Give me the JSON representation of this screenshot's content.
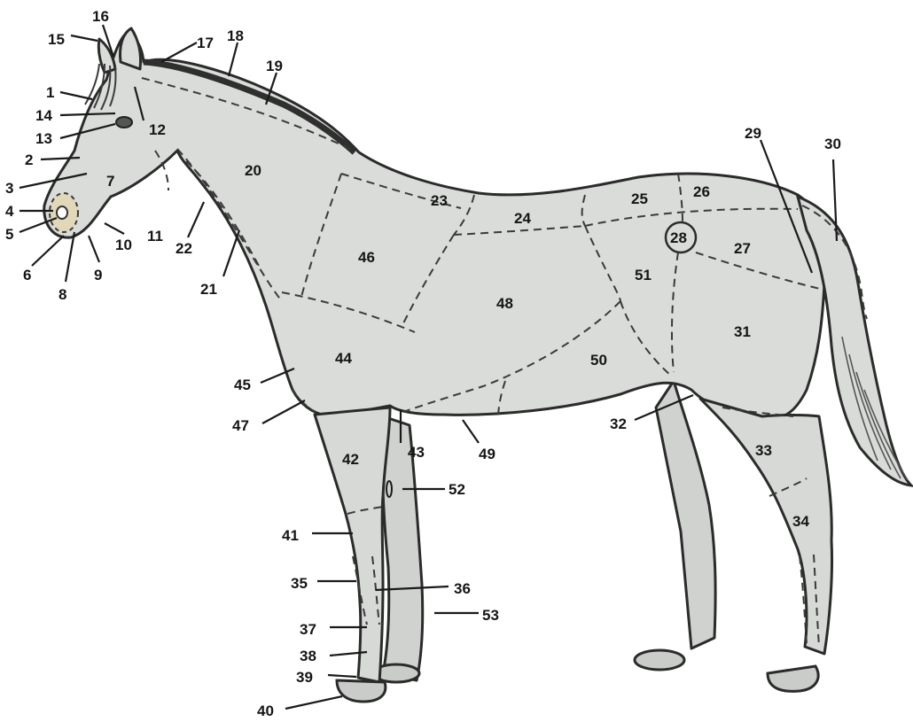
{
  "diagram": {
    "labels": {
      "n1": "1",
      "n2": "2",
      "n3": "3",
      "n4": "4",
      "n5": "5",
      "n6": "6",
      "n7": "7",
      "n8": "8",
      "n9": "9",
      "n10": "10",
      "n11": "11",
      "n12": "12",
      "n13": "13",
      "n14": "14",
      "n15": "15",
      "n16": "16",
      "n17": "17",
      "n18": "18",
      "n19": "19",
      "n20": "20",
      "n21": "21",
      "n22": "22",
      "n23": "23",
      "n24": "24",
      "n25": "25",
      "n26": "26",
      "n27": "27",
      "n28": "28",
      "n29": "29",
      "n30": "30",
      "n31": "31",
      "n32": "32",
      "n33": "33",
      "n34": "34",
      "n35": "35",
      "n36": "36",
      "n37": "37",
      "n38": "38",
      "n39": "39",
      "n40": "40",
      "n41": "41",
      "n42": "42",
      "n43": "43",
      "n44": "44",
      "n45": "45",
      "n46": "46",
      "n47": "47",
      "n48": "48",
      "n49": "49",
      "n50": "50",
      "n51": "51",
      "n52": "52",
      "n53": "53"
    }
  }
}
